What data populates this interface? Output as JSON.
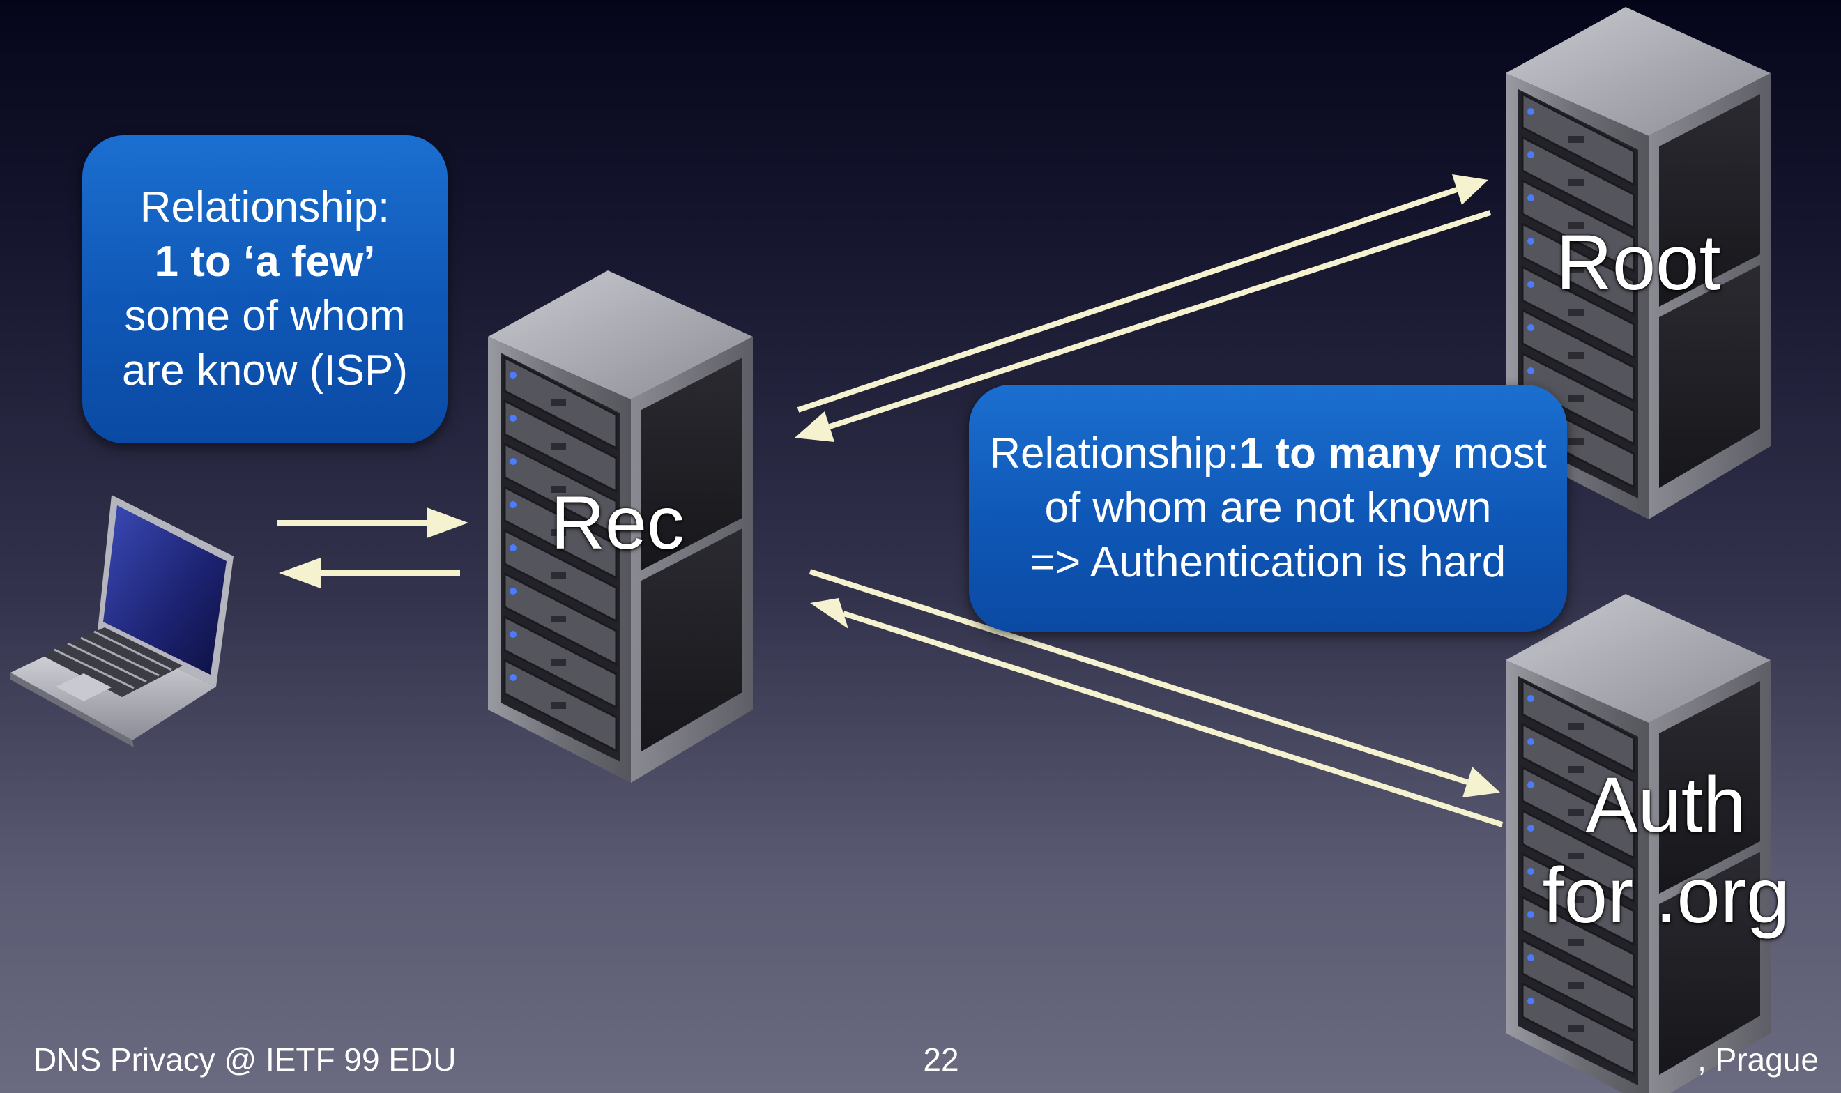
{
  "callout_left": {
    "line1": "Relationship:",
    "line2": "1 to ‘a few’",
    "line3": "some of whom",
    "line4": "are know (ISP)"
  },
  "callout_mid": {
    "prefix": "Relationship:",
    "bold": "1 to many",
    "suffix": " most",
    "line2": "of whom are not known",
    "line3": "=> Authentication is hard"
  },
  "servers": {
    "rec": "Rec",
    "root": "Root",
    "auth_line1": "Auth",
    "auth_line2": "for .org"
  },
  "footer": {
    "left": "DNS Privacy @ IETF 99 EDU",
    "page": "22",
    "right": ", Prague"
  },
  "colors": {
    "arrow": "#f5f2cf",
    "callout": "#0f57b6",
    "background_top": "#05051a",
    "background_bottom": "#6a6a80"
  },
  "icons": [
    "laptop-icon",
    "server-rack-icon"
  ]
}
